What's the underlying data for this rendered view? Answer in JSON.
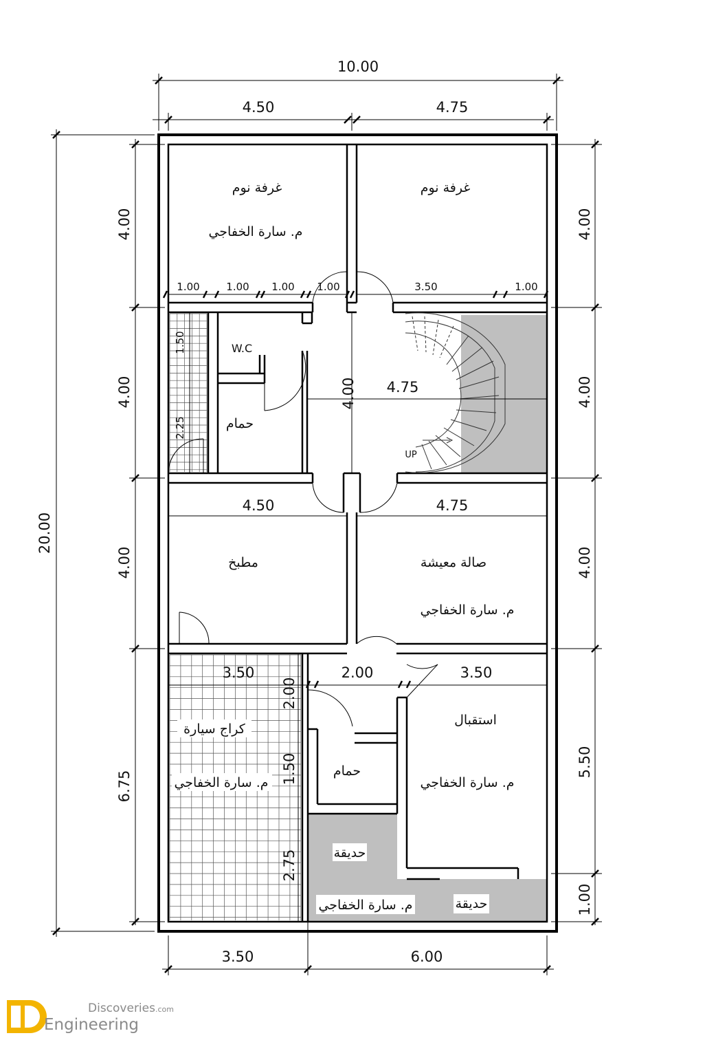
{
  "dimensions": {
    "total_width": "10.00",
    "total_height": "20.00",
    "top_left": "4.50",
    "top_right": "4.75",
    "left_row1": "4.00",
    "left_row2": "4.00",
    "left_row3": "4.00",
    "left_row4": "6.75",
    "right_row1": "4.00",
    "right_row2": "4.00",
    "right_row3": "4.00",
    "right_row4": "5.50",
    "right_row5": "1.00",
    "bottom_left": "3.50",
    "bottom_right": "6.00",
    "door_1a": "1.00",
    "door_1b": "1.00",
    "door_1c": "1.00",
    "door_1d": "1.00",
    "door_350": "3.50",
    "door_1e": "1.00",
    "wc_150": "1.50",
    "wc_225": "2.25",
    "hall_w": "4.75",
    "hall_h": "4.00",
    "kitchen_w": "4.50",
    "living_w": "4.75",
    "garage_w": "3.50",
    "corridor_w": "2.00",
    "reception_w": "3.50",
    "corr_200": "2.00",
    "corr_150": "1.50",
    "garden_275": "2.75"
  },
  "rooms": {
    "bedroom_left": "غرفة نوم",
    "bedroom_right": "غرفة نوم",
    "wc": "W.C",
    "bath_upper": "حمام",
    "kitchen": "مطبخ",
    "living": "صالة معيشة",
    "garage": "كراج سيارة",
    "bath_lower": "حمام",
    "reception": "استقبال",
    "garden_left": "حديقة",
    "garden_right": "حديقة",
    "stair_up": "UP"
  },
  "credits": {
    "bedroom_left": "م. سارة الخفاجي",
    "living": "م. سارة الخفاجي",
    "garage": "م. سارة الخفاجي",
    "reception": "م. سارة الخفاجي",
    "garden": "م. سارة الخفاجي"
  },
  "watermark": {
    "brand_top": "Discoveries",
    "brand_suffix": ".com",
    "brand_bottom": "Engineering"
  },
  "colors": {
    "wall": "#000000",
    "hatch": "#bfbfbf",
    "watermark_accent": "#f3b400"
  }
}
